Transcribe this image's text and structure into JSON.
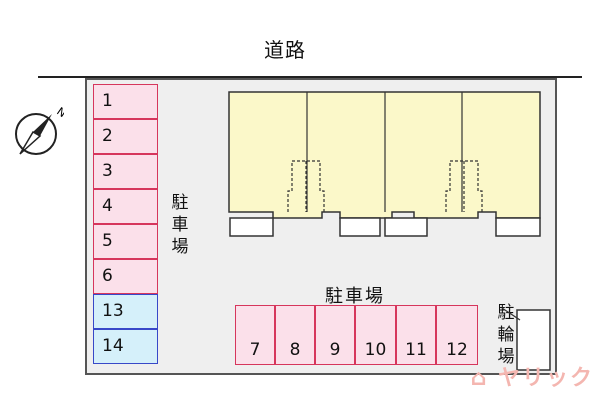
{
  "map": {
    "road_label": "道路",
    "compass_label": "N",
    "parking_label_vertical": [
      "駐",
      "車",
      "場"
    ],
    "parking_label_horizontal": "駐車場",
    "bicycle_parking_label": [
      "駐",
      "輪",
      "場"
    ],
    "watermark": "ヤリック",
    "left_stalls": [
      "1",
      "2",
      "3",
      "4",
      "5",
      "6",
      "13",
      "14"
    ],
    "bottom_stalls": [
      "7",
      "8",
      "9",
      "10",
      "11",
      "12"
    ]
  },
  "colors": {
    "stall_pink_fill": "#fbe0ea",
    "stall_pink_border": "#d6365c",
    "stall_blue_fill": "#d5f0fa",
    "stall_blue_border": "#3848c8",
    "building_fill": "#fbf8c9"
  }
}
